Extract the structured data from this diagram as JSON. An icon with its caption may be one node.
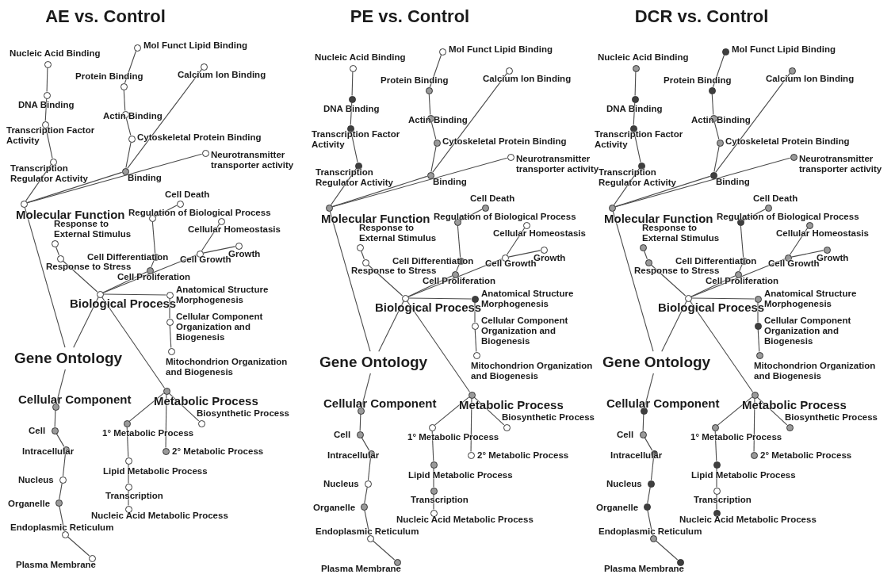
{
  "diagram": {
    "nodes": [
      {
        "text": [
          "Gene Ontology"
        ]
      },
      {
        "text": [],
        "shape": "circle",
        "beside": [
          "Molecular Function"
        ]
      },
      {
        "text": [],
        "shape": "circle",
        "beside": [
          "Nucleic Acid Binding"
        ]
      },
      {
        "text": [],
        "shape": "circle",
        "beside": [
          "DNA Binding"
        ]
      },
      {
        "text": [],
        "shape": "circle",
        "beside": [
          "Transcription Factor Activity"
        ]
      },
      {
        "text": [],
        "shape": "circle",
        "beside": [
          "Transcription Regulator Activity"
        ]
      },
      {
        "text": [],
        "shape": "circle",
        "beside": [
          "Mol Funct Lipid Binding"
        ]
      },
      {
        "text": [],
        "shape": "circle",
        "beside": [
          "Protein Binding"
        ]
      },
      {
        "text": [],
        "shape": "circle",
        "beside": [
          "Calcium Ion Binding"
        ]
      },
      {
        "text": [],
        "shape": "circle",
        "beside": [
          "Actin Binding"
        ]
      },
      {
        "text": [],
        "shape": "circle",
        "beside": [
          "Cytoskeletal Protein Binding"
        ]
      },
      {
        "text": [],
        "shape": "circle",
        "beside": [
          "Binding"
        ]
      },
      {
        "text": [],
        "shape": "circle",
        "beside": [
          "Neurotransmitter transporter activity"
        ]
      },
      {
        "text": [],
        "shape": "circle",
        "beside": [
          "Biological Process"
        ]
      },
      {
        "text": [],
        "shape": "circle",
        "beside": [
          "Cell Death"
        ]
      },
      {
        "text": [],
        "shape": "circle",
        "beside": [
          "Regulation of Biological Process"
        ]
      },
      {
        "text": [],
        "shape": "circle",
        "beside": [
          "Response to External Stimulus"
        ]
      },
      {
        "text": [],
        "shape": "circle",
        "beside": [
          "Response to Stress"
        ]
      },
      {
        "text": [],
        "shape": "circle",
        "beside": [
          "Cellular Homeostasis"
        ]
      },
      {
        "text": [],
        "shape": "circle",
        "beside": [
          "Cell Differentiation"
        ]
      },
      {
        "text": [],
        "shape": "circle",
        "beside": [
          "Cell Growth"
        ]
      },
      {
        "text": [],
        "shape": "circle",
        "beside": [
          "Growth"
        ]
      },
      {
        "text": [],
        "shape": "circle",
        "beside": [
          "Cell Proliferation"
        ]
      },
      {
        "text": [],
        "shape": "circle",
        "beside": [
          "Anatomical Structure Morphogenesis"
        ]
      },
      {
        "text": [],
        "shape": "circle",
        "beside": [
          "Cellular Component Organization and Biogenesis"
        ]
      },
      {
        "text": [],
        "shape": "circle",
        "beside": [
          "Mitochondrion Organization and Biogenesis"
        ]
      },
      {
        "text": [],
        "shape": "circle",
        "beside": [
          "Metabolic Process"
        ]
      },
      {
        "text": [],
        "shape": "circle",
        "beside": [
          "Biosynthetic Process"
        ]
      },
      {
        "text": [],
        "shape": "circle",
        "beside": [
          "1° Metabolic Process"
        ]
      },
      {
        "text": [],
        "shape": "circle",
        "beside": [
          "2° Metabolic Process"
        ]
      },
      {
        "text": [],
        "shape": "circle",
        "beside": [
          "Lipid Metabolic Process"
        ]
      },
      {
        "text": [],
        "shape": "circle",
        "beside": [
          "Transcription"
        ]
      },
      {
        "text": [],
        "shape": "circle",
        "beside": [
          "Nucleic Acid Metabolic Process"
        ]
      },
      {
        "text": [],
        "shape": "circle",
        "beside": [
          "Cellular Component"
        ]
      },
      {
        "text": [],
        "shape": "circle",
        "beside": [
          "Cell"
        ]
      },
      {
        "text": [],
        "shape": "circle",
        "beside": [
          "Intracellular"
        ]
      },
      {
        "text": [],
        "shape": "circle",
        "beside": [
          "Nucleus"
        ]
      },
      {
        "text": [],
        "shape": "circle",
        "beside": [
          "Organelle"
        ]
      },
      {
        "text": [],
        "shape": "circle",
        "beside": [
          "Endoplasmic Reticulum"
        ]
      },
      {
        "text": [],
        "shape": "circle",
        "beside": [
          "Plasma Membrane"
        ]
      },
      {
        "text": [
          "Gene Ontology"
        ]
      },
      {
        "text": [],
        "shape": "circle",
        "beside": [
          "Molecular Function"
        ]
      },
      {
        "text": [],
        "shape": "circle",
        "beside": [
          "Nucleic Acid Binding"
        ]
      },
      {
        "text": [],
        "shape": "circle",
        "beside": [
          "DNA Binding"
        ]
      },
      {
        "text": [],
        "shape": "circle",
        "beside": [
          "Transcription Factor Activity"
        ]
      },
      {
        "text": [],
        "shape": "circle",
        "beside": [
          "Transcription Regulator Activity"
        ]
      },
      {
        "text": [],
        "shape": "circle",
        "beside": [
          "Mol Funct Lipid Binding"
        ]
      },
      {
        "text": [],
        "shape": "circle",
        "beside": [
          "Protein Binding"
        ]
      },
      {
        "text": [],
        "shape": "circle",
        "beside": [
          "Calcium Ion Binding"
        ]
      },
      {
        "text": [],
        "shape": "circle",
        "beside": [
          "Actin Binding"
        ]
      },
      {
        "text": [],
        "shape": "circle",
        "beside": [
          "Cytoskeletal Protein Binding"
        ]
      },
      {
        "text": [],
        "shape": "circle",
        "beside": [
          "Binding"
        ]
      },
      {
        "text": [],
        "shape": "circle",
        "beside": [
          "Neurotransmitter transporter activity"
        ]
      },
      {
        "text": [],
        "shape": "circle",
        "beside": [
          "Biological Process"
        ]
      },
      {
        "text": [],
        "shape": "circle",
        "beside": [
          "Cell Death"
        ]
      },
      {
        "text": [],
        "shape": "circle",
        "beside": [
          "Regulation of Biological Process"
        ]
      },
      {
        "text": [],
        "shape": "circle",
        "beside": [
          "Response to External Stimulus"
        ]
      },
      {
        "text": [],
        "shape": "circle",
        "beside": [
          "Response to Stress"
        ]
      },
      {
        "text": [],
        "shape": "circle",
        "beside": [
          "Cellular Homeostasis"
        ]
      },
      {
        "text": [],
        "shape": "circle",
        "beside": [
          "Cell Differentiation"
        ]
      },
      {
        "text": [],
        "shape": "circle",
        "beside": [
          "Cell Growth"
        ]
      },
      {
        "text": [],
        "shape": "circle",
        "beside": [
          "Growth"
        ]
      },
      {
        "text": [],
        "shape": "circle",
        "beside": [
          "Cell Proliferation"
        ]
      },
      {
        "text": [],
        "shape": "circle",
        "beside": [
          "Anatomical Structure Morphogenesis"
        ]
      },
      {
        "text": [],
        "shape": "circle",
        "beside": [
          "Cellular Component Organization and Biogenesis"
        ]
      },
      {
        "text": [],
        "shape": "circle",
        "beside": [
          "Mitochondrion Organization and Biogenesis"
        ]
      },
      {
        "text": [],
        "shape": "circle",
        "beside": [
          "Metabolic Process"
        ]
      },
      {
        "text": [],
        "shape": "circle",
        "beside": [
          "Biosynthetic Process"
        ]
      },
      {
        "text": [],
        "shape": "circle",
        "beside": [
          "1° Metabolic Process"
        ]
      },
      {
        "text": [],
        "shape": "circle",
        "beside": [
          "2° Metabolic Process"
        ]
      },
      {
        "text": [],
        "shape": "circle",
        "beside": [
          "Lipid Metabolic Process"
        ]
      },
      {
        "text": [],
        "shape": "circle",
        "beside": [
          "Transcription"
        ]
      },
      {
        "text": [],
        "shape": "circle",
        "beside": [
          "Nucleic Acid Metabolic Process"
        ]
      },
      {
        "text": [],
        "shape": "circle",
        "beside": [
          "Cellular Component"
        ]
      },
      {
        "text": [],
        "shape": "circle",
        "beside": [
          "Cell"
        ]
      },
      {
        "text": [],
        "shape": "circle",
        "beside": [
          "Intracellular"
        ]
      },
      {
        "text": [],
        "shape": "circle",
        "beside": [
          "Nucleus"
        ]
      },
      {
        "text": [],
        "shape": "circle",
        "beside": [
          "Organelle"
        ]
      },
      {
        "text": [],
        "shape": "circle",
        "beside": [
          "Endoplasmic Reticulum"
        ]
      },
      {
        "text": [],
        "shape": "circle",
        "beside": [
          "Plasma Membrane"
        ]
      },
      {
        "text": [
          "Gene Ontology"
        ]
      },
      {
        "text": [],
        "shape": "circle",
        "beside": [
          "Molecular Function"
        ]
      },
      {
        "text": [],
        "shape": "circle",
        "beside": [
          "Nucleic Acid Binding"
        ]
      },
      {
        "text": [],
        "shape": "circle",
        "beside": [
          "DNA Binding"
        ]
      },
      {
        "text": [],
        "shape": "circle",
        "beside": [
          "Transcription Factor Activity"
        ]
      },
      {
        "text": [],
        "shape": "circle",
        "beside": [
          "Transcription Regulator Activity"
        ]
      },
      {
        "text": [],
        "shape": "circle",
        "beside": [
          "Mol Funct Lipid Binding"
        ]
      },
      {
        "text": [],
        "shape": "circle",
        "beside": [
          "Protein Binding"
        ]
      },
      {
        "text": [],
        "shape": "circle",
        "beside": [
          "Calcium Ion Binding"
        ]
      },
      {
        "text": [],
        "shape": "circle",
        "beside": [
          "Actin Binding"
        ]
      },
      {
        "text": [],
        "shape": "circle",
        "beside": [
          "Cytoskeletal Protein Binding"
        ]
      },
      {
        "text": [],
        "shape": "circle",
        "beside": [
          "Binding"
        ]
      },
      {
        "text": [],
        "shape": "circle",
        "beside": [
          "Neurotransmitter transporter activity"
        ]
      },
      {
        "text": [],
        "shape": "circle",
        "beside": [
          "Biological Process"
        ]
      },
      {
        "text": [],
        "shape": "circle",
        "beside": [
          "Cell Death"
        ]
      },
      {
        "text": [],
        "shape": "circle",
        "beside": [
          "Regulation of Biological Process"
        ]
      },
      {
        "text": [],
        "shape": "circle",
        "beside": [
          "Response to External Stimulus"
        ]
      },
      {
        "text": [],
        "shape": "circle",
        "beside": [
          "Response to Stress"
        ]
      },
      {
        "text": [],
        "shape": "circle",
        "beside": [
          "Cellular Homeostasis"
        ]
      },
      {
        "text": [],
        "shape": "circle",
        "beside": [
          "Cell Differentiation"
        ]
      },
      {
        "text": [],
        "shape": "circle",
        "beside": [
          "Cell Growth"
        ]
      },
      {
        "text": [],
        "shape": "circle",
        "beside": [
          "Growth"
        ]
      },
      {
        "text": [],
        "shape": "circle",
        "beside": [
          "Cell Proliferation"
        ]
      },
      {
        "text": [],
        "shape": "circle",
        "beside": [
          "Anatomical Structure Morphogenesis"
        ]
      },
      {
        "text": [],
        "shape": "circle",
        "beside": [
          "Cellular Component Organization and Biogenesis"
        ]
      },
      {
        "text": [],
        "shape": "circle",
        "beside": [
          "Mitochondrion Organization and Biogenesis"
        ]
      },
      {
        "text": [],
        "shape": "circle",
        "beside": [
          "Metabolic Process"
        ]
      },
      {
        "text": [],
        "shape": "circle",
        "beside": [
          "Biosynthetic Process"
        ]
      },
      {
        "text": [],
        "shape": "circle",
        "beside": [
          "1° Metabolic Process"
        ]
      },
      {
        "text": [],
        "shape": "circle",
        "beside": [
          "2° Metabolic Process"
        ]
      },
      {
        "text": [],
        "shape": "circle",
        "beside": [
          "Lipid Metabolic Process"
        ]
      },
      {
        "text": [],
        "shape": "circle",
        "beside": [
          "Transcription"
        ]
      },
      {
        "text": [],
        "shape": "circle",
        "beside": [
          "Nucleic Acid Metabolic Process"
        ]
      },
      {
        "text": [],
        "shape": "circle",
        "beside": [
          "Cellular Component"
        ]
      },
      {
        "text": [],
        "shape": "circle",
        "beside": [
          "Cell"
        ]
      },
      {
        "text": [],
        "shape": "circle",
        "beside": [
          "Intracellular"
        ]
      },
      {
        "text": [],
        "shape": "circle",
        "beside": [
          "Nucleus"
        ]
      },
      {
        "text": [],
        "shape": "circle",
        "beside": [
          "Organelle"
        ]
      },
      {
        "text": [],
        "shape": "circle",
        "beside": [
          "Endoplasmic Reticulum"
        ]
      },
      {
        "text": [],
        "shape": "circle",
        "beside": [
          "Plasma Membrane"
        ]
      }
    ],
    "edges": [
      {
        "from": 0,
        "to": 1,
        "arrow": "none"
      },
      {
        "from": 0,
        "to": 13,
        "arrow": "none"
      },
      {
        "from": 0,
        "to": 33,
        "arrow": "none"
      },
      {
        "from": 1,
        "to": 5,
        "arrow": "none"
      },
      {
        "from": 5,
        "to": 4,
        "arrow": "none"
      },
      {
        "from": 4,
        "to": 3,
        "arrow": "none"
      },
      {
        "from": 3,
        "to": 2,
        "arrow": "none"
      },
      {
        "from": 1,
        "to": 11,
        "arrow": "none"
      },
      {
        "from": 1,
        "to": 12,
        "arrow": "none"
      },
      {
        "from": 11,
        "to": 10,
        "arrow": "none"
      },
      {
        "from": 10,
        "to": 9,
        "arrow": "none"
      },
      {
        "from": 9,
        "to": 7,
        "arrow": "none"
      },
      {
        "from": 7,
        "to": 6,
        "arrow": "none"
      },
      {
        "from": 11,
        "to": 8,
        "arrow": "none"
      },
      {
        "from": 13,
        "to": 17,
        "arrow": "none"
      },
      {
        "from": 17,
        "to": 16,
        "arrow": "none"
      },
      {
        "from": 13,
        "to": 22,
        "arrow": "none"
      },
      {
        "from": 13,
        "to": 20,
        "arrow": "none"
      },
      {
        "from": 22,
        "to": 19,
        "arrow": "none"
      },
      {
        "from": 19,
        "to": 15,
        "arrow": "none"
      },
      {
        "from": 15,
        "to": 14,
        "arrow": "none"
      },
      {
        "from": 20,
        "to": 18,
        "arrow": "none"
      },
      {
        "from": 20,
        "to": 21,
        "arrow": "none"
      },
      {
        "from": 13,
        "to": 23,
        "arrow": "none"
      },
      {
        "from": 23,
        "to": 24,
        "arrow": "none"
      },
      {
        "from": 24,
        "to": 25,
        "arrow": "none"
      },
      {
        "from": 13,
        "to": 26,
        "arrow": "none"
      },
      {
        "from": 26,
        "to": 28,
        "arrow": "none"
      },
      {
        "from": 26,
        "to": 29,
        "arrow": "none"
      },
      {
        "from": 26,
        "to": 27,
        "arrow": "none"
      },
      {
        "from": 28,
        "to": 30,
        "arrow": "none"
      },
      {
        "from": 30,
        "to": 31,
        "arrow": "none"
      },
      {
        "from": 31,
        "to": 32,
        "arrow": "none"
      },
      {
        "from": 33,
        "to": 34,
        "arrow": "none"
      },
      {
        "from": 34,
        "to": 35,
        "arrow": "none"
      },
      {
        "from": 35,
        "to": 36,
        "arrow": "none"
      },
      {
        "from": 36,
        "to": 37,
        "arrow": "none"
      },
      {
        "from": 37,
        "to": 38,
        "arrow": "none"
      },
      {
        "from": 38,
        "to": 39,
        "arrow": "none"
      },
      {
        "from": 40,
        "to": 41,
        "arrow": "none"
      },
      {
        "from": 40,
        "to": 53,
        "arrow": "none"
      },
      {
        "from": 40,
        "to": 73,
        "arrow": "none"
      },
      {
        "from": 41,
        "to": 45,
        "arrow": "none"
      },
      {
        "from": 45,
        "to": 44,
        "arrow": "none"
      },
      {
        "from": 44,
        "to": 43,
        "arrow": "none"
      },
      {
        "from": 43,
        "to": 42,
        "arrow": "none"
      },
      {
        "from": 41,
        "to": 51,
        "arrow": "none"
      },
      {
        "from": 41,
        "to": 52,
        "arrow": "none"
      },
      {
        "from": 51,
        "to": 50,
        "arrow": "none"
      },
      {
        "from": 50,
        "to": 49,
        "arrow": "none"
      },
      {
        "from": 49,
        "to": 47,
        "arrow": "none"
      },
      {
        "from": 47,
        "to": 46,
        "arrow": "none"
      },
      {
        "from": 51,
        "to": 48,
        "arrow": "none"
      },
      {
        "from": 53,
        "to": 57,
        "arrow": "none"
      },
      {
        "from": 57,
        "to": 56,
        "arrow": "none"
      },
      {
        "from": 53,
        "to": 62,
        "arrow": "none"
      },
      {
        "from": 53,
        "to": 60,
        "arrow": "none"
      },
      {
        "from": 62,
        "to": 59,
        "arrow": "none"
      },
      {
        "from": 59,
        "to": 55,
        "arrow": "none"
      },
      {
        "from": 55,
        "to": 54,
        "arrow": "none"
      },
      {
        "from": 60,
        "to": 58,
        "arrow": "none"
      },
      {
        "from": 60,
        "to": 61,
        "arrow": "none"
      },
      {
        "from": 53,
        "to": 63,
        "arrow": "none"
      },
      {
        "from": 63,
        "to": 64,
        "arrow": "none"
      },
      {
        "from": 64,
        "to": 65,
        "arrow": "none"
      },
      {
        "from": 53,
        "to": 66,
        "arrow": "none"
      },
      {
        "from": 66,
        "to": 68,
        "arrow": "none"
      },
      {
        "from": 66,
        "to": 69,
        "arrow": "none"
      },
      {
        "from": 66,
        "to": 67,
        "arrow": "none"
      },
      {
        "from": 68,
        "to": 70,
        "arrow": "none"
      },
      {
        "from": 70,
        "to": 71,
        "arrow": "none"
      },
      {
        "from": 71,
        "to": 72,
        "arrow": "none"
      },
      {
        "from": 73,
        "to": 74,
        "arrow": "none"
      },
      {
        "from": 74,
        "to": 75,
        "arrow": "none"
      },
      {
        "from": 75,
        "to": 76,
        "arrow": "none"
      },
      {
        "from": 76,
        "to": 77,
        "arrow": "none"
      },
      {
        "from": 77,
        "to": 78,
        "arrow": "none"
      },
      {
        "from": 78,
        "to": 79,
        "arrow": "none"
      },
      {
        "from": 80,
        "to": 81,
        "arrow": "none"
      },
      {
        "from": 80,
        "to": 93,
        "arrow": "none"
      },
      {
        "from": 80,
        "to": 113,
        "arrow": "none"
      },
      {
        "from": 81,
        "to": 85,
        "arrow": "none"
      },
      {
        "from": 85,
        "to": 84,
        "arrow": "none"
      },
      {
        "from": 84,
        "to": 83,
        "arrow": "none"
      },
      {
        "from": 83,
        "to": 82,
        "arrow": "none"
      },
      {
        "from": 81,
        "to": 91,
        "arrow": "none"
      },
      {
        "from": 81,
        "to": 92,
        "arrow": "none"
      },
      {
        "from": 91,
        "to": 90,
        "arrow": "none"
      },
      {
        "from": 90,
        "to": 89,
        "arrow": "none"
      },
      {
        "from": 89,
        "to": 87,
        "arrow": "none"
      },
      {
        "from": 87,
        "to": 86,
        "arrow": "none"
      },
      {
        "from": 91,
        "to": 88,
        "arrow": "none"
      },
      {
        "from": 93,
        "to": 97,
        "arrow": "none"
      },
      {
        "from": 97,
        "to": 96,
        "arrow": "none"
      },
      {
        "from": 93,
        "to": 102,
        "arrow": "none"
      },
      {
        "from": 93,
        "to": 100,
        "arrow": "none"
      },
      {
        "from": 102,
        "to": 99,
        "arrow": "none"
      },
      {
        "from": 99,
        "to": 95,
        "arrow": "none"
      },
      {
        "from": 95,
        "to": 94,
        "arrow": "none"
      },
      {
        "from": 100,
        "to": 98,
        "arrow": "none"
      },
      {
        "from": 100,
        "to": 101,
        "arrow": "none"
      },
      {
        "from": 93,
        "to": 103,
        "arrow": "none"
      },
      {
        "from": 103,
        "to": 104,
        "arrow": "none"
      },
      {
        "from": 104,
        "to": 105,
        "arrow": "none"
      },
      {
        "from": 93,
        "to": 106,
        "arrow": "none"
      },
      {
        "from": 106,
        "to": 108,
        "arrow": "none"
      },
      {
        "from": 106,
        "to": 109,
        "arrow": "none"
      },
      {
        "from": 106,
        "to": 107,
        "arrow": "none"
      },
      {
        "from": 108,
        "to": 110,
        "arrow": "none"
      },
      {
        "from": 110,
        "to": 111,
        "arrow": "none"
      },
      {
        "from": 111,
        "to": 112,
        "arrow": "none"
      },
      {
        "from": 113,
        "to": 114,
        "arrow": "none"
      },
      {
        "from": 114,
        "to": 115,
        "arrow": "none"
      },
      {
        "from": 115,
        "to": 116,
        "arrow": "none"
      },
      {
        "from": 116,
        "to": 117,
        "arrow": "none"
      },
      {
        "from": 117,
        "to": 118,
        "arrow": "none"
      },
      {
        "from": 118,
        "to": 119,
        "arrow": "none"
      }
    ],
    "labels": [
      "AE vs. Control",
      "PE vs. Control",
      "DCR vs. Control"
    ]
  }
}
